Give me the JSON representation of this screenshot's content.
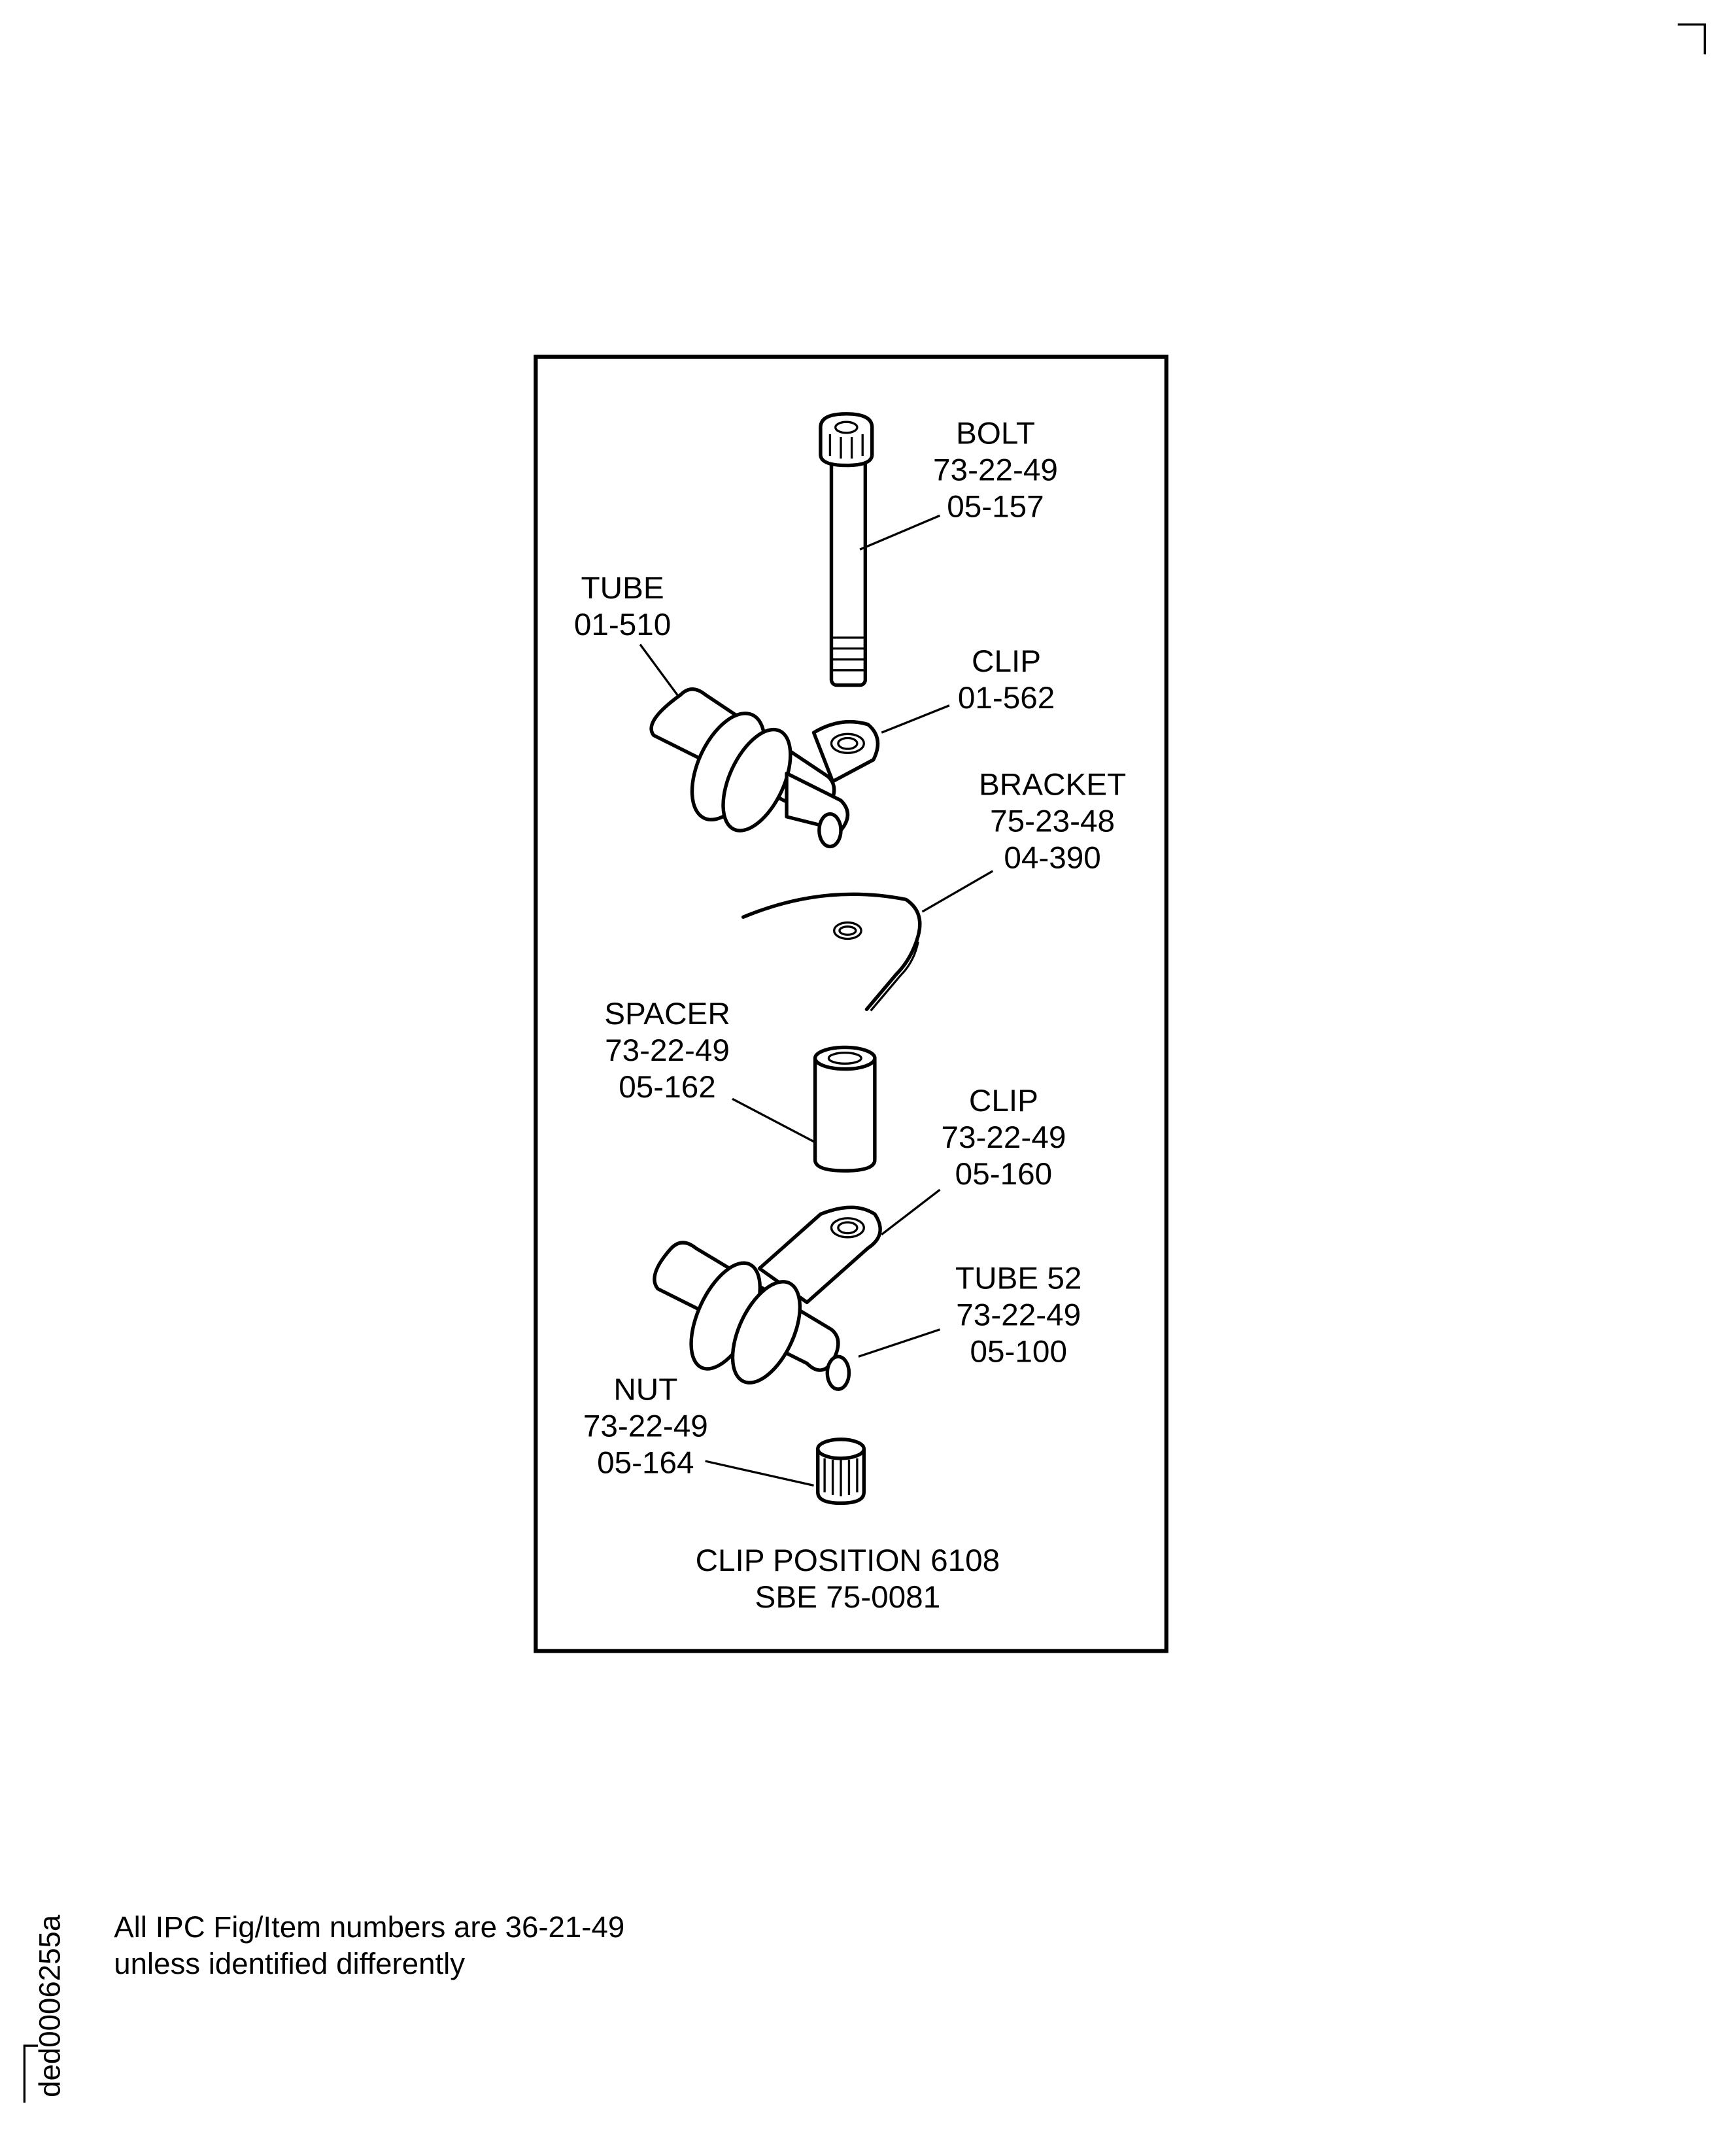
{
  "labels": {
    "bolt": {
      "name": "BOLT",
      "fig": "73-22-49",
      "item": "05-157"
    },
    "tube_top": {
      "name": "TUBE",
      "item": "01-510"
    },
    "clip_top": {
      "name": "CLIP",
      "item": "01-562"
    },
    "bracket": {
      "name": "BRACKET",
      "fig": "75-23-48",
      "item": "04-390"
    },
    "spacer": {
      "name": "SPACER",
      "fig": "73-22-49",
      "item": "05-162"
    },
    "clip_bottom": {
      "name": "CLIP",
      "fig": "73-22-49",
      "item": "05-160"
    },
    "tube_bottom": {
      "name": "TUBE 52",
      "fig": "73-22-49",
      "item": "05-100"
    },
    "nut": {
      "name": "NUT",
      "fig": "73-22-49",
      "item": "05-164"
    }
  },
  "caption": {
    "line1": "CLIP POSITION 6108",
    "line2": "SBE 75-0081"
  },
  "footer": {
    "line1": "All IPC Fig/Item numbers are 36-21-49",
    "line2": "unless identified differently"
  },
  "drawing_id": "ded0006255a"
}
